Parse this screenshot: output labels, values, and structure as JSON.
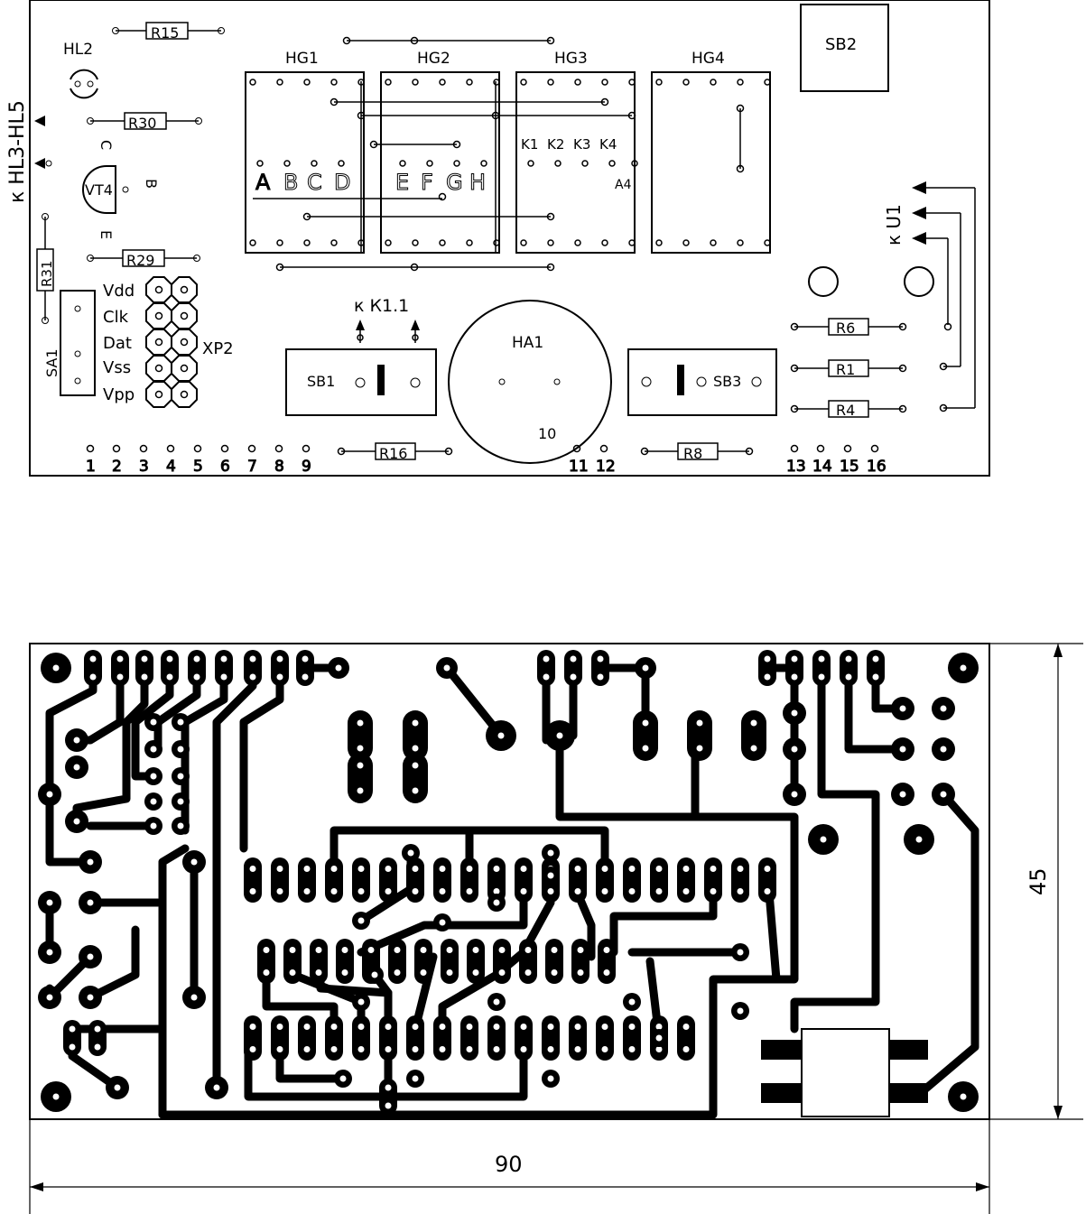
{
  "top_view": {
    "side_label": "к HL3-HL5",
    "u1_label": "к U1",
    "k11_label": "к К1.1",
    "hl2": "HL2",
    "vt4": "VT4",
    "vt4_pins": {
      "c": "C",
      "b": "B",
      "e": "E"
    },
    "sa1": "SA1",
    "xp2": "XP2",
    "xp2_pins": [
      "Vdd",
      "Clk",
      "Dat",
      "Vss",
      "Vpp"
    ],
    "resistors": {
      "r15": "R15",
      "r30": "R30",
      "r29": "R29",
      "r31": "R31",
      "r16": "R16",
      "r8": "R8",
      "r6": "R6",
      "r1": "R1",
      "r4": "R4"
    },
    "displays": [
      "HG1",
      "HG2",
      "HG3",
      "HG4"
    ],
    "segments_hg1": [
      "A",
      "B",
      "C",
      "D"
    ],
    "segments_hg2": [
      "E",
      "F",
      "G",
      "H"
    ],
    "hg3_pins": [
      "K1",
      "K2",
      "K3",
      "K4"
    ],
    "hg3_a4": "A4",
    "buttons": {
      "sb1": "SB1",
      "sb2": "SB2",
      "sb3": "SB3"
    },
    "buzzer": "HA1",
    "buzzer_pin": "10",
    "terminals": [
      "1",
      "2",
      "3",
      "4",
      "5",
      "6",
      "7",
      "8",
      "9",
      "11",
      "12",
      "13",
      "14",
      "15",
      "16"
    ]
  },
  "bottom_view": {
    "width_dim": "90",
    "height_dim": "45"
  },
  "colors": {
    "ink": "#000000",
    "paper": "#ffffff"
  }
}
